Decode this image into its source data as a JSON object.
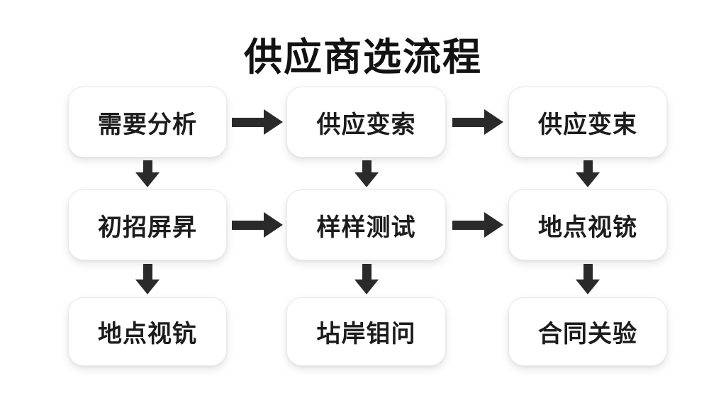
{
  "title": "供应商选流程",
  "nodes": [
    {
      "id": "needs-analysis",
      "label": "需要分析",
      "row": 0,
      "col": 0
    },
    {
      "id": "supplier-search",
      "label": "供应变索",
      "row": 0,
      "col": 1
    },
    {
      "id": "supplier-shortlist",
      "label": "供应变束",
      "row": 0,
      "col": 2
    },
    {
      "id": "initial-screening",
      "label": "初招屏昇",
      "row": 1,
      "col": 0
    },
    {
      "id": "sample-testing",
      "label": "样样测试",
      "row": 1,
      "col": 1
    },
    {
      "id": "site-visit-right",
      "label": "地点视铳",
      "row": 1,
      "col": 2
    },
    {
      "id": "site-visit-left",
      "label": "地点视钪",
      "row": 2,
      "col": 0
    },
    {
      "id": "consultation",
      "label": "坫岸钼问",
      "row": 2,
      "col": 1
    },
    {
      "id": "contract-check",
      "label": "合同关验",
      "row": 2,
      "col": 2
    }
  ],
  "arrows": [
    {
      "from": "needs-analysis",
      "to": "supplier-search",
      "direction": "right"
    },
    {
      "from": "supplier-search",
      "to": "supplier-shortlist",
      "direction": "right"
    },
    {
      "from": "needs-analysis",
      "to": "initial-screening",
      "direction": "down"
    },
    {
      "from": "supplier-search",
      "to": "sample-testing",
      "direction": "down"
    },
    {
      "from": "supplier-shortlist",
      "to": "site-visit-right",
      "direction": "down"
    },
    {
      "from": "initial-screening",
      "to": "sample-testing",
      "direction": "right"
    },
    {
      "from": "sample-testing",
      "to": "site-visit-right",
      "direction": "right"
    },
    {
      "from": "initial-screening",
      "to": "site-visit-left",
      "direction": "down"
    },
    {
      "from": "sample-testing",
      "to": "consultation",
      "direction": "down"
    },
    {
      "from": "site-visit-right",
      "to": "contract-check",
      "direction": "down"
    }
  ],
  "colors": {
    "background": "#ffffff",
    "box_fill": "#ffffff",
    "box_border": "#ebebeb",
    "text": "#1c1c1c",
    "arrow": "#2a2a2a"
  }
}
